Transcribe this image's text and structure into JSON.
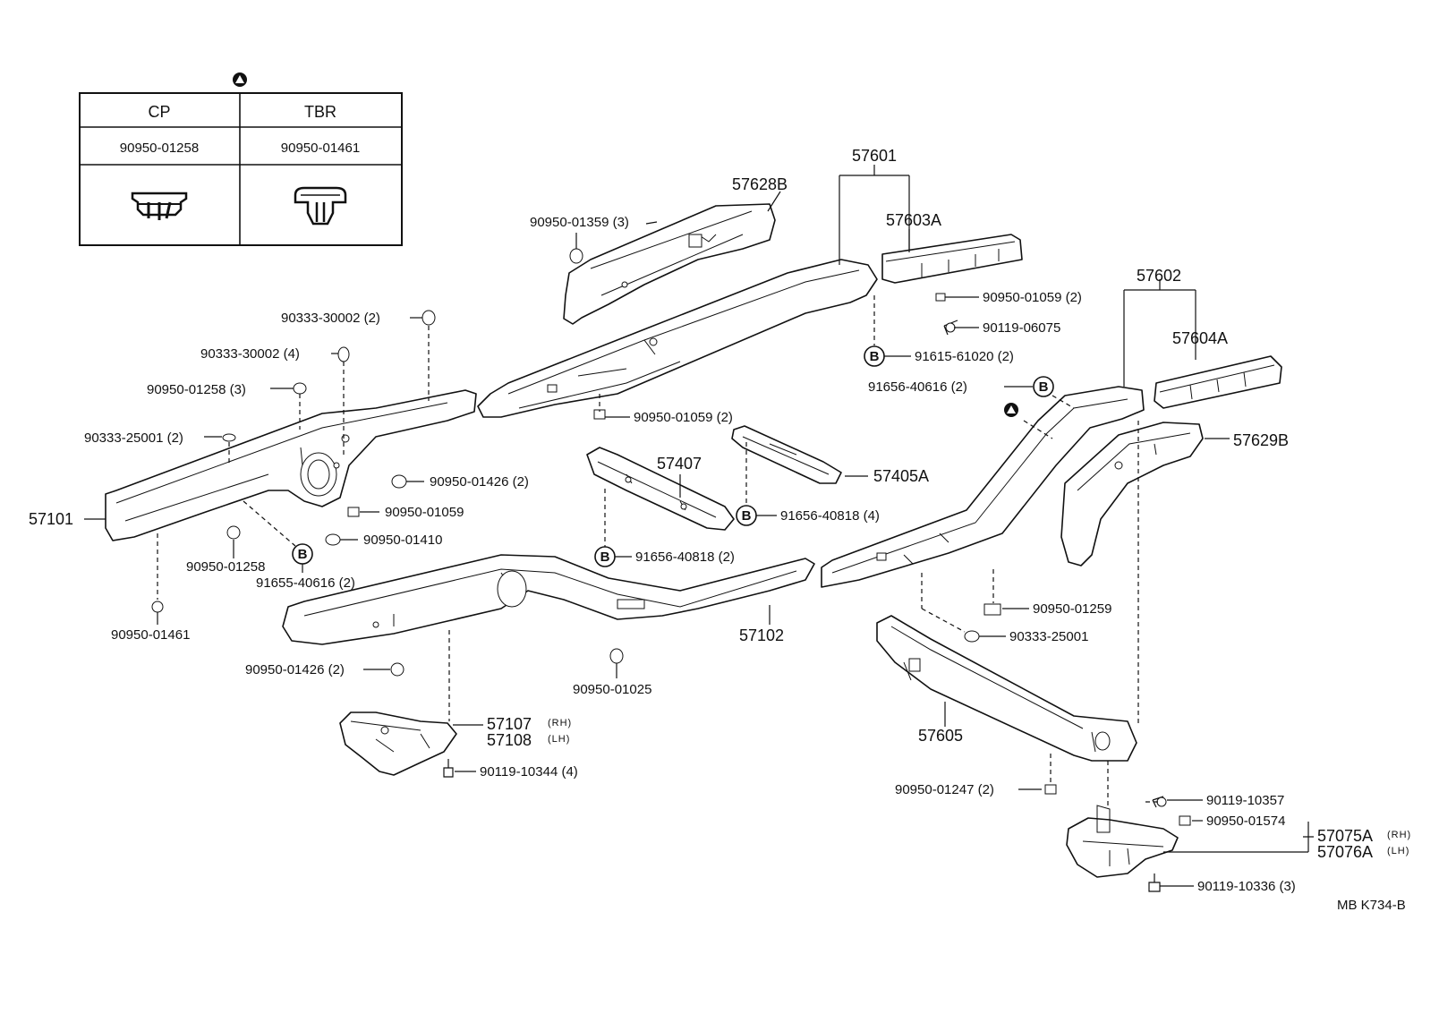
{
  "legend_table": {
    "mark": "triangle-circle-mark",
    "columns": [
      "CP",
      "TBR"
    ],
    "part_numbers": [
      "90950-01258",
      "90950-01461"
    ],
    "clip_icons": [
      "cp-clip-icon",
      "tbr-clip-icon"
    ]
  },
  "drawing_code": "MB  K734-B",
  "labels": {
    "p57101": "57101",
    "p57102": "57102",
    "p57107": "57107",
    "p57107_sup": "(RH)",
    "p57108": "57108",
    "p57108_sup": "(LH)",
    "p57407": "57407",
    "p57405A": "57405A",
    "p57601": "57601",
    "p57602": "57602",
    "p57603A": "57603A",
    "p57604A": "57604A",
    "p57605": "57605",
    "p57628B": "57628B",
    "p57629B": "57629B",
    "p57075A": "57075A",
    "p57075A_sup": "(RH)",
    "p57076A": "57076A",
    "p57076A_sup": "(LH)",
    "f90950_01359": "90950-01359 (3)",
    "f90333_30002a": "90333-30002 (2)",
    "f90333_30002b": "90333-30002 (4)",
    "f90950_01258a": "90950-01258 (3)",
    "f90333_25001a": "90333-25001 (2)",
    "f90950_01426a": "90950-01426 (2)",
    "f90950_01059a": "90950-01059",
    "f90950_01410": "90950-01410",
    "f90950_01258b": "90950-01258",
    "f91655_40616": "91655-40616 (2)",
    "f90950_01461": "90950-01461",
    "f90950_01059b": "90950-01059 (2)",
    "f90950_01059c": "90950-01059 (2)",
    "f90119_06075": "90119-06075",
    "f91615_61020": "91615-61020 (2)",
    "f91656_40616": "91656-40616 (2)",
    "f91656_40818a": "91656-40818 (4)",
    "f91656_40818b": "91656-40818 (2)",
    "f90950_01426b": "90950-01426 (2)",
    "f90950_01025": "90950-01025",
    "f90119_10344": "90119-10344 (4)",
    "f90950_01259": "90950-01259",
    "f90333_25001b": "90333-25001",
    "f90950_01247": "90950-01247 (2)",
    "f90119_10357": "90119-10357",
    "f90950_01574": "90950-01574",
    "f90119_10336": "90119-10336 (3)",
    "bubble_b": "B"
  }
}
